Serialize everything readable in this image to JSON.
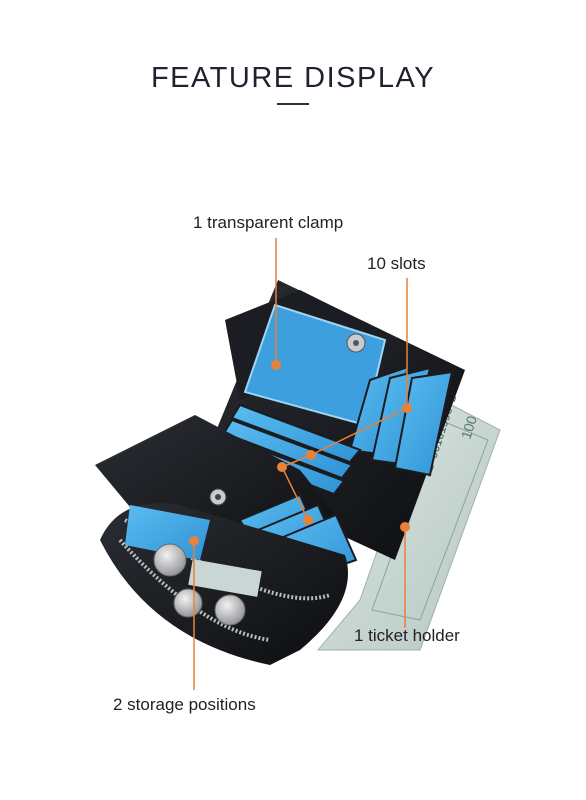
{
  "header": {
    "title": "FEATURE DISPLAY"
  },
  "callouts": {
    "clamp": "1 transparent clamp",
    "slots": "10 slots",
    "ticket": "1 ticket holder",
    "storage": "2 storage positions"
  },
  "banknote": {
    "serial": "JE 06161996 B",
    "denomination": "100"
  },
  "colors": {
    "leather": "#15171b",
    "card": "#3ea8e6",
    "pointer": "#e8813a",
    "banknote": "#c9d6d3"
  }
}
